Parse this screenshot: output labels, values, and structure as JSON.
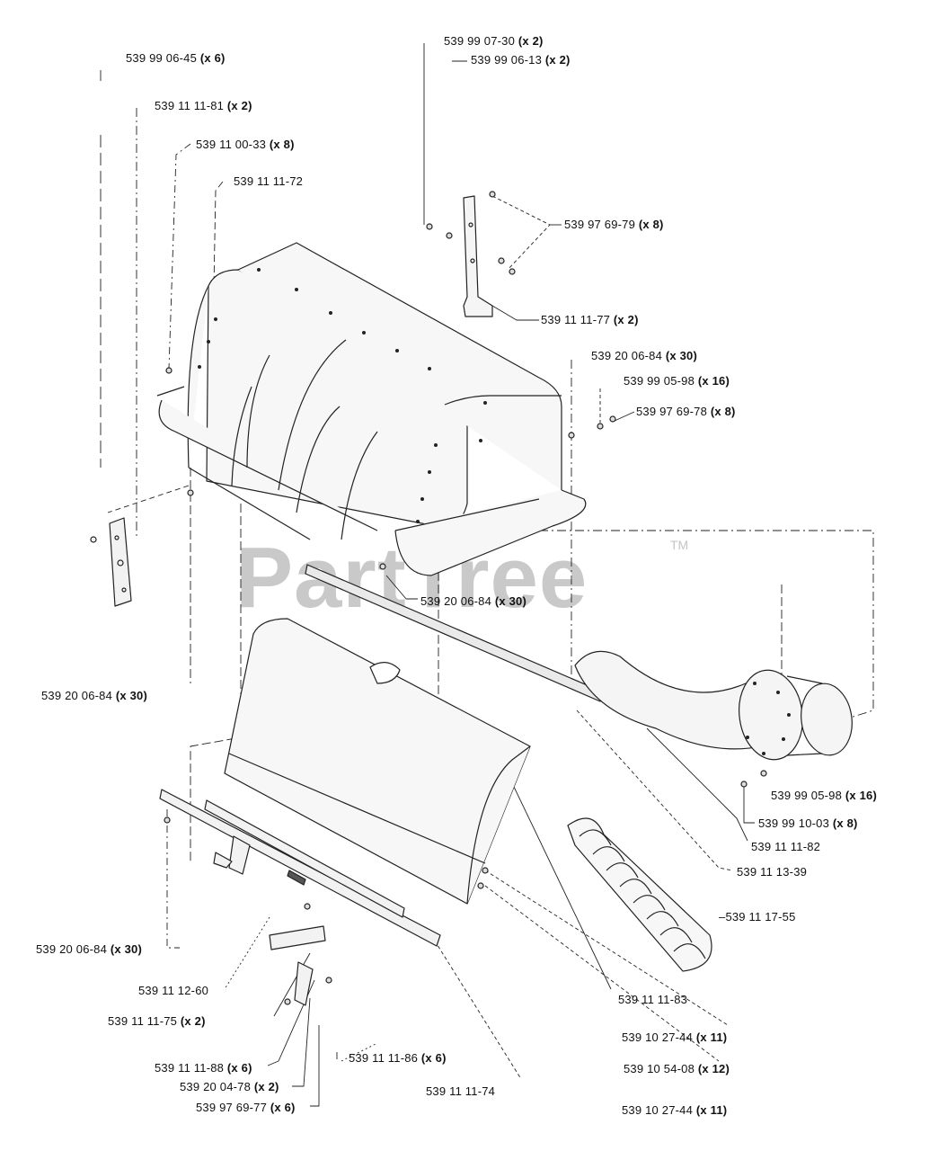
{
  "watermark": {
    "text": "PartTree",
    "trademark": "TM"
  },
  "callouts": [
    {
      "part": "539 99 06-45",
      "qty": "(x 6)"
    },
    {
      "part": "539 11 11-81",
      "qty": "(x 2)"
    },
    {
      "part": "539 11 00-33",
      "qty": "(x 8)"
    },
    {
      "part": "539 11 11-72",
      "qty": ""
    },
    {
      "part": "539 99 07-30",
      "qty": "(x 2)"
    },
    {
      "part": "539 99 06-13",
      "qty": "(x 2)"
    },
    {
      "part": "539 97 69-79",
      "qty": "(x 8)"
    },
    {
      "part": "539 11 11-77",
      "qty": "(x 2)"
    },
    {
      "part": "539 20 06-84",
      "qty": "(x 30)"
    },
    {
      "part": "539 99 05-98",
      "qty": "(x 16)"
    },
    {
      "part": "539 97 69-78",
      "qty": "(x 8)"
    },
    {
      "part": "539 20 06-84",
      "qty": "(x 30)"
    },
    {
      "part": "539 20 06-84",
      "qty": "(x 30)"
    },
    {
      "part": "539 99 05-98",
      "qty": "(x 16)"
    },
    {
      "part": "539 99 10-03",
      "qty": "(x 8)"
    },
    {
      "part": "539 11 11-82",
      "qty": ""
    },
    {
      "part": "539 11 13-39",
      "qty": ""
    },
    {
      "part": "539 11 17-55",
      "qty": ""
    },
    {
      "part": "539 20 06-84",
      "qty": "(x 30)"
    },
    {
      "part": "539 11 12-60",
      "qty": ""
    },
    {
      "part": "539 11 11-75",
      "qty": "(x 2)"
    },
    {
      "part": "539 11 11-83",
      "qty": ""
    },
    {
      "part": "539 10 27-44",
      "qty": "(x 11)"
    },
    {
      "part": "539 11 11-86",
      "qty": "(x 6)"
    },
    {
      "part": "539 11 11-88",
      "qty": "(x 6)"
    },
    {
      "part": "539 10 54-08",
      "qty": "(x 12)"
    },
    {
      "part": "539 20 04-78",
      "qty": "(x 2)"
    },
    {
      "part": "539 11 11-74",
      "qty": ""
    },
    {
      "part": "539 97 69-77",
      "qty": "(x 6)"
    },
    {
      "part": "539 10 27-44",
      "qty": "(x 11)"
    }
  ]
}
